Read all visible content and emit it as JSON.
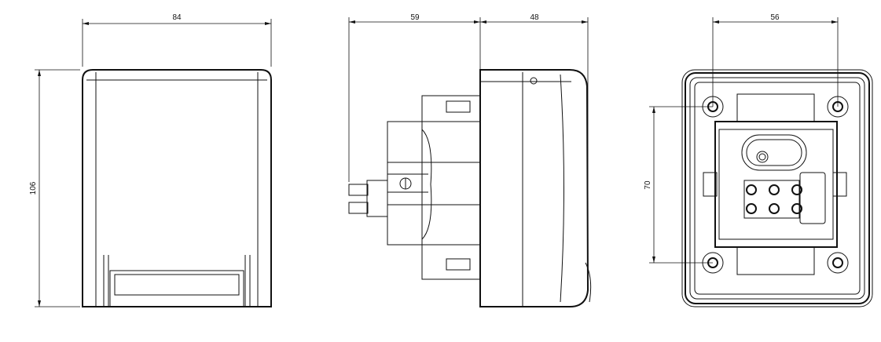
{
  "views": {
    "front": {
      "width_dim": "84",
      "height_dim": "106"
    },
    "side": {
      "depth_back_dim": "59",
      "depth_front_dim": "48"
    },
    "back": {
      "hole_spacing_h_dim": "56",
      "hole_spacing_v_dim": "70"
    }
  }
}
